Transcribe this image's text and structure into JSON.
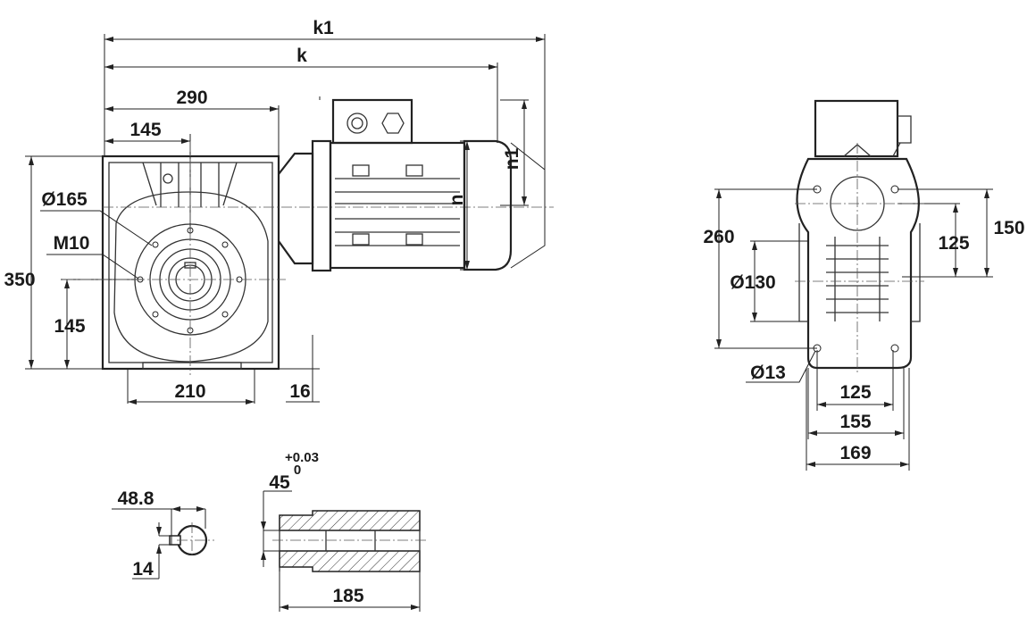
{
  "front_view": {
    "dims": {
      "k1": "k1",
      "k": "k",
      "width_290": "290",
      "half_145_top": "145",
      "height_350": "350",
      "half_145_left": "145",
      "flange_dia": "Ø165",
      "thread": "M10",
      "base_210": "210",
      "base_16": "16",
      "n": "n",
      "n1": "n1"
    }
  },
  "side_view": {
    "dims": {
      "h260": "260",
      "dia130": "Ø130",
      "h150": "150",
      "h125": "125",
      "hole13": "Ø13",
      "w125": "125",
      "w155": "155",
      "w169": "169"
    }
  },
  "shaft": {
    "keyway_48_8": "48.8",
    "key_14": "14",
    "bore_45": "45",
    "tol_upper": "+0.03",
    "tol_lower": "0",
    "length_185": "185"
  }
}
